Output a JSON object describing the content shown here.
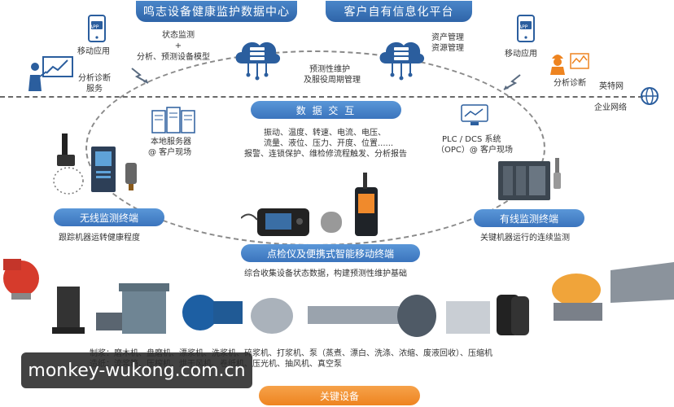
{
  "headers": {
    "left": "鸣志设备健康监护数据中心",
    "right": "客户自有信息化平台"
  },
  "top_left": {
    "mobile_app": "移动应用",
    "app_badge": "APP",
    "analysis_service": [
      "分析诊断",
      "服务"
    ],
    "cloud_labels": [
      "状态监测",
      "+",
      "分析、预测设备模型"
    ]
  },
  "top_right": {
    "asset_labels": [
      "资产管理",
      "资源管理"
    ],
    "maintenance_labels": [
      "预测性维护",
      "及服役周期管理"
    ],
    "mobile_app": "移动应用",
    "app_badge": "APP",
    "analysis_diagnosis": "分析诊断",
    "internet": "英特网",
    "enterprise_network": "企业网络"
  },
  "data_exchange": {
    "title": "数 据 交 互",
    "lines": [
      "振动、温度、转速、电流、电压、",
      "流量、液位、压力、开度、位置......",
      "报警、连锁保护、维检修流程触发、分析报告"
    ]
  },
  "local_server": [
    "本地服务器",
    "@ 客户现场"
  ],
  "plc": [
    "PLC / DCS 系统",
    "（OPC）@ 客户现场"
  ],
  "wireless": {
    "title": "无线监测终端",
    "caption": "跟踪机器运转健康程度"
  },
  "wired": {
    "title": "有线监测终端",
    "caption": "关键机器运行的连续监测"
  },
  "portable": {
    "title": "点检仪及便携式智能移动终端",
    "caption": "综合收集设备状态数据，构建预测性维护基础"
  },
  "equipment_list": [
    "制浆：磨木机、盘磨机、漂浆机、洗浆机、碎浆机、打浆机、泵（蒸煮、漂白、洗涤、浓缩、废液回收）、压缩机",
    "造纸：流浆箱、压榨机、烘干风机、卷纸机、压光机、抽风机、真空泵"
  ],
  "key_equipment": "关键设备",
  "watermark": "monkey-wukong.com.cn",
  "colors": {
    "accent_blue": "#3b74bd",
    "accent_orange": "#ee8420",
    "icon_blue": "#2b5e9e"
  }
}
